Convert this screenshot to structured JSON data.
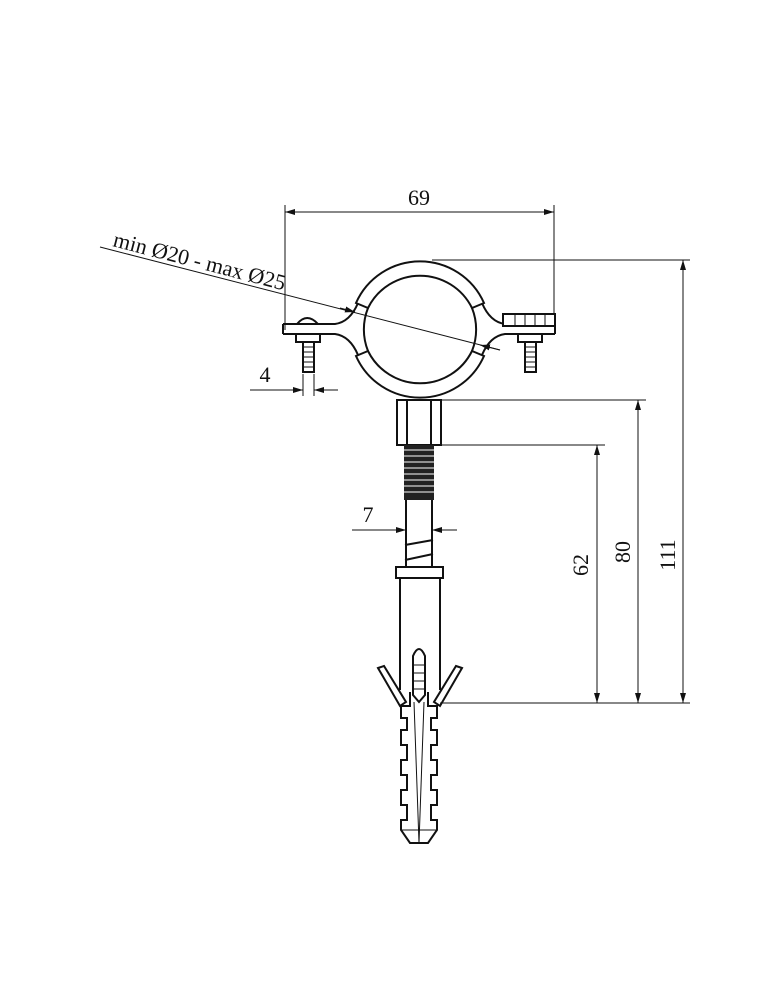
{
  "drawing": {
    "labels": {
      "width": "69",
      "diameter_range": "min Ø20 - max Ø25",
      "screw_diameter": "4",
      "rod_diameter": "7",
      "dim_62": "62",
      "dim_80": "80",
      "dim_111": "111"
    }
  }
}
